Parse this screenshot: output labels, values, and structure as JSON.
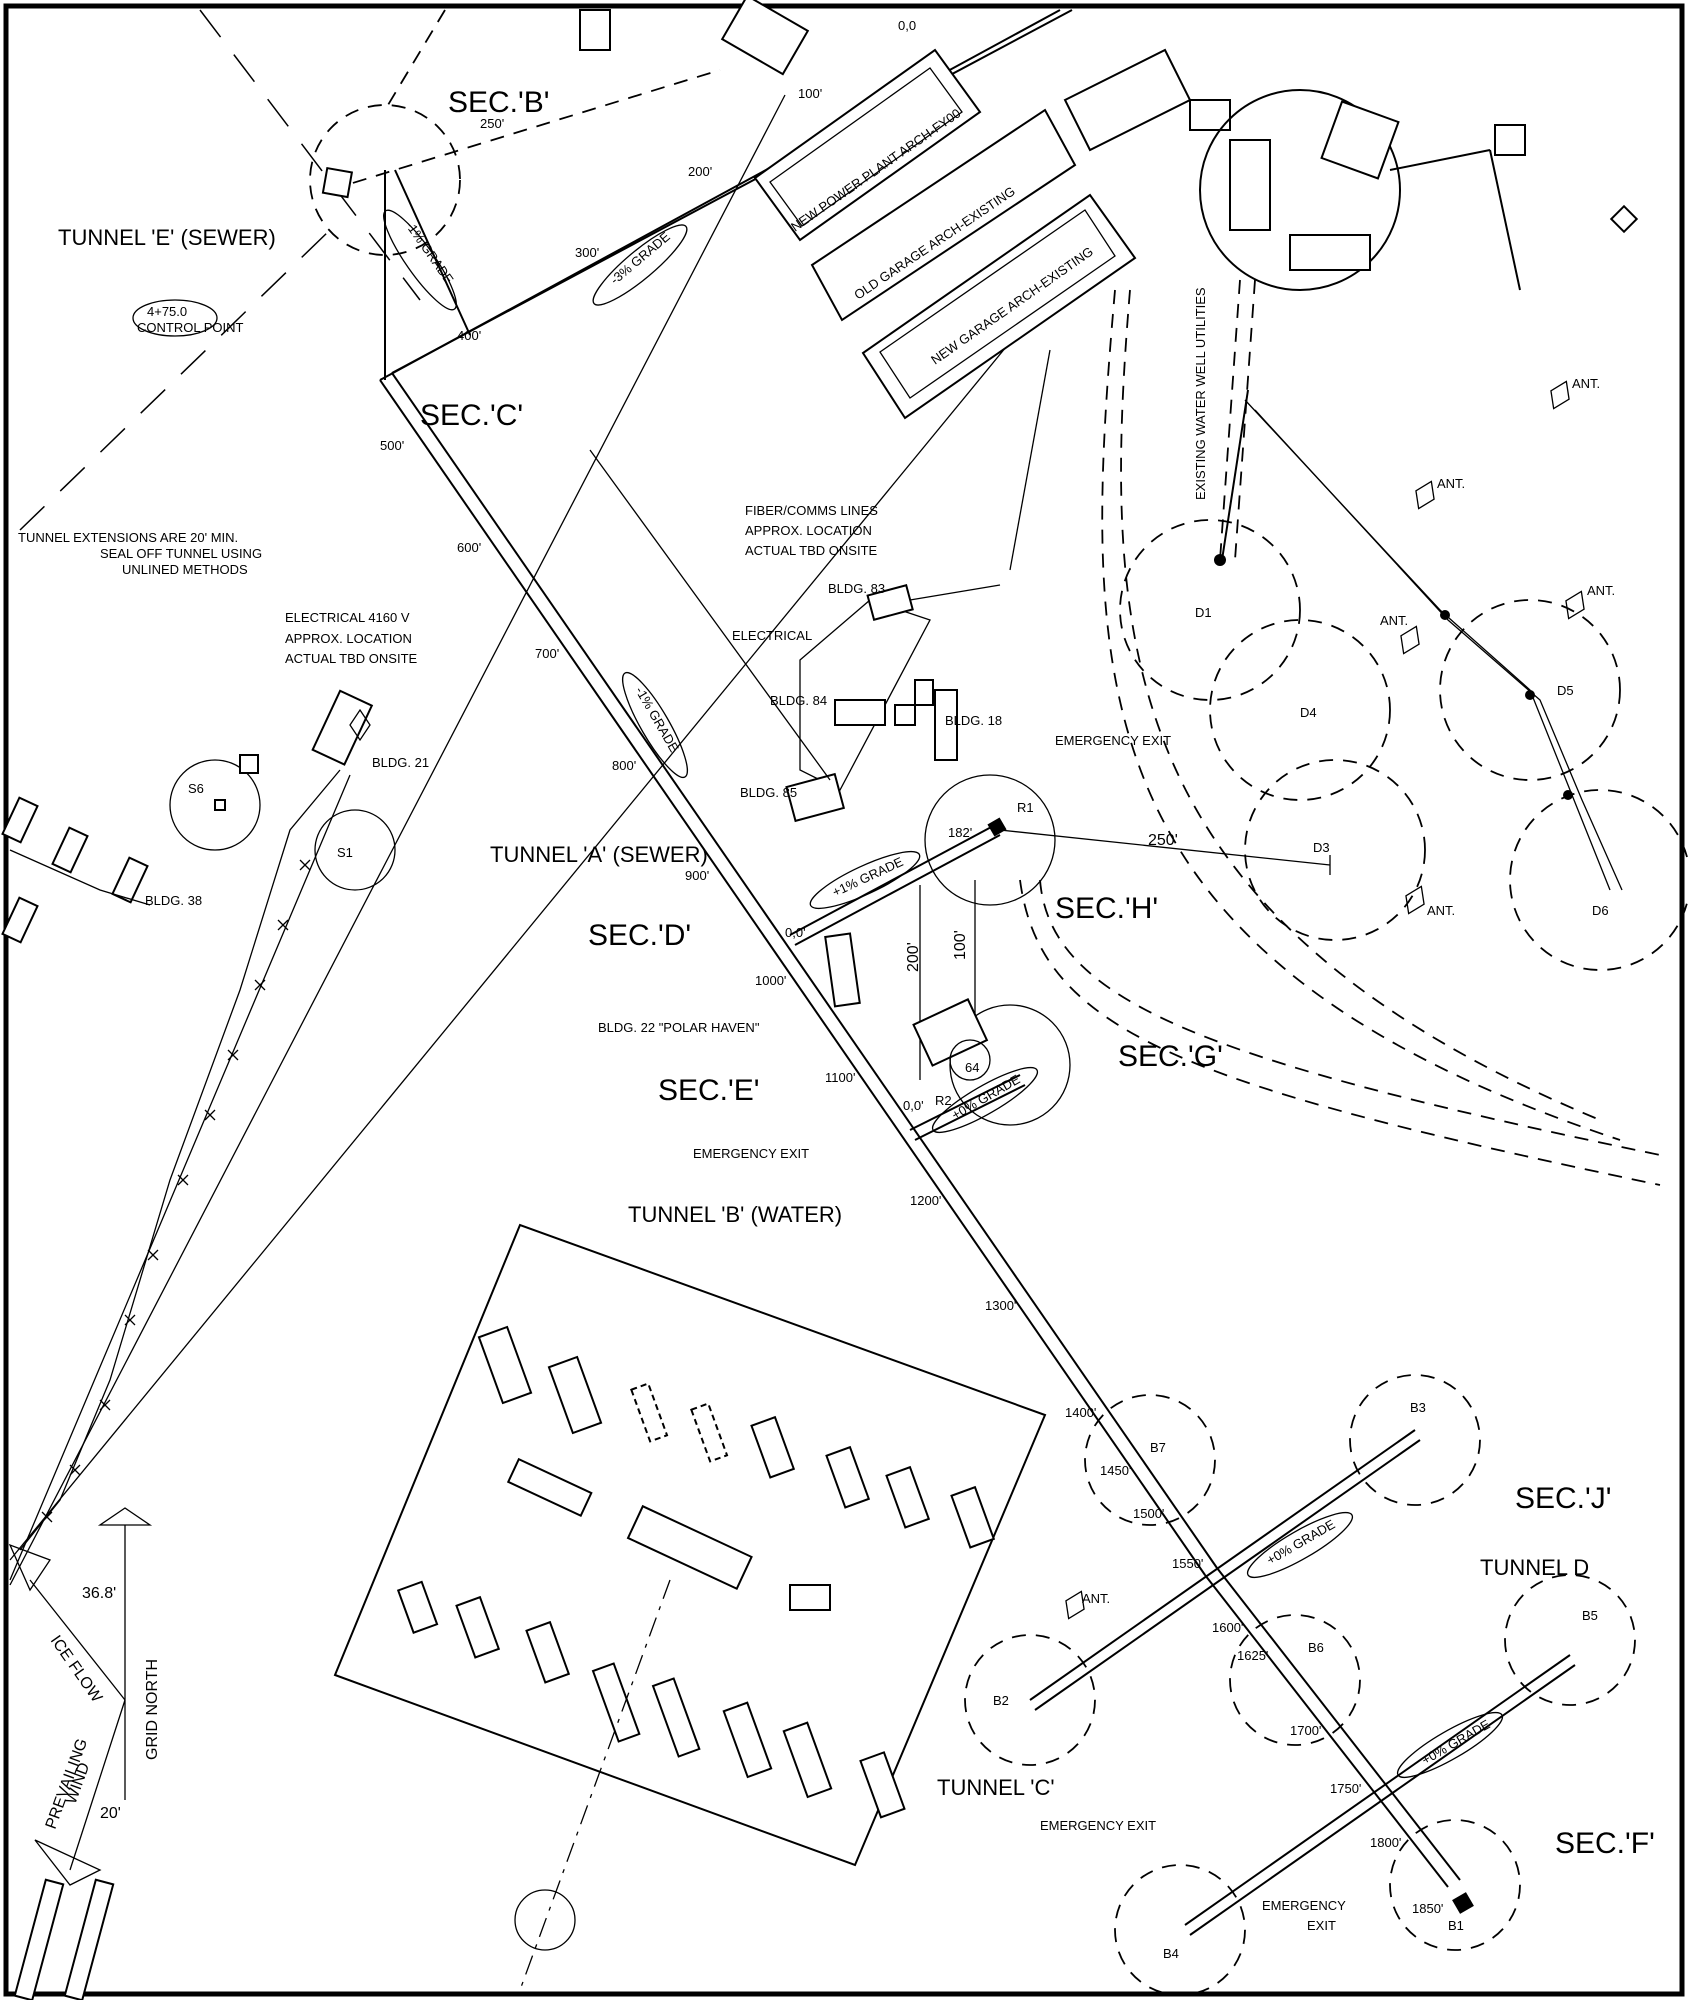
{
  "sections": {
    "b": "SEC.'B'",
    "c": "SEC.'C'",
    "d": "SEC.'D'",
    "e": "SEC.'E'",
    "f": "SEC.'F'",
    "g": "SEC.'G'",
    "h": "SEC.'H'",
    "j": "SEC.'J'"
  },
  "tunnels": {
    "a": "TUNNEL 'A' (SEWER)",
    "b": "TUNNEL 'B' (WATER)",
    "c": "TUNNEL 'C'",
    "d": "TUNNEL D",
    "e": "TUNNEL 'E' (SEWER)"
  },
  "notes": {
    "control_point_1": "4+75.0",
    "control_point_2": "CONTROL POINT",
    "extensions_1": "TUNNEL EXTENSIONS ARE 20' MIN.",
    "extensions_2": "SEAL OFF TUNNEL USING",
    "extensions_3": "UNLINED METHODS",
    "electrical_1": "ELECTRICAL 4160 V",
    "electrical_2": "APPROX. LOCATION",
    "electrical_3": "ACTUAL TBD ONSITE",
    "fiber_1": "FIBER/COMMS LINES",
    "fiber_2": "APPROX. LOCATION",
    "fiber_3": "ACTUAL TBD ONSITE",
    "electrical": "ELECTRICAL",
    "water_well": "EXISTING WATER WELL UTILITIES",
    "emergency_exit": "EMERGENCY EXIT",
    "emergency": "EMERGENCY",
    "exit": "EXIT"
  },
  "buildings": {
    "power_plant": "NEW POWER PLANT ARCH-FY00",
    "old_garage": "OLD GARAGE ARCH-EXISTING",
    "new_garage": "NEW GARAGE ARCH-EXISTING",
    "b83": "BLDG. 83",
    "b84": "BLDG. 84",
    "b85": "BLDG. 85",
    "b18": "BLDG. 18",
    "b21": "BLDG. 21",
    "b38": "BLDG. 38",
    "b22": "BLDG. 22 \"POLAR HAVEN\"",
    "r1": "R1",
    "r2": "R2",
    "s1": "S1",
    "s6": "S6",
    "n64": "64"
  },
  "grades": {
    "g1": "-1% GRADE",
    "g2": "-3% GRADE",
    "g3": "-1% GRADE",
    "g4": "+1% GRADE",
    "g5": "+0% GRADE",
    "g6": "+0% GRADE",
    "g7": "+0% GRADE"
  },
  "stations": {
    "s0": "0,0",
    "s100": "100'",
    "s200": "200'",
    "s250": "250'",
    "s300": "300'",
    "s400": "400'",
    "s500": "500'",
    "s600": "600'",
    "s700": "700'",
    "s800": "800'",
    "s900": "900'",
    "d0": "0,0'",
    "s1000": "1000'",
    "s1100": "1100'",
    "e0": "0,0'",
    "s1200": "1200'",
    "s1300": "1300'",
    "s1400": "1400'",
    "s1450": "1450'",
    "s1500": "1500'",
    "s1550": "1550'",
    "s1600": "1600'",
    "s1625": "1625'",
    "s1700": "1700'",
    "s1750": "1750'",
    "s1800": "1800'",
    "s1850": "1850'",
    "s182": "182'"
  },
  "dims": {
    "d250": "250'",
    "d200": "200'",
    "d100": "100'"
  },
  "arrays": {
    "d1": "D1",
    "d3": "D3",
    "d4": "D4",
    "d5": "D5",
    "d6": "D6",
    "b1": "B1",
    "b2": "B2",
    "b3": "B3",
    "b4": "B4",
    "b5": "B5",
    "b6": "B6",
    "b7": "B7"
  },
  "antenna": "ANT.",
  "north": {
    "grid_north": "GRID NORTH",
    "ice_flow": "ICE FLOW",
    "prevailing": "PREVAILING",
    "wind": "WIND",
    "angle_ice": "36.8'",
    "angle_wind": "20'"
  }
}
